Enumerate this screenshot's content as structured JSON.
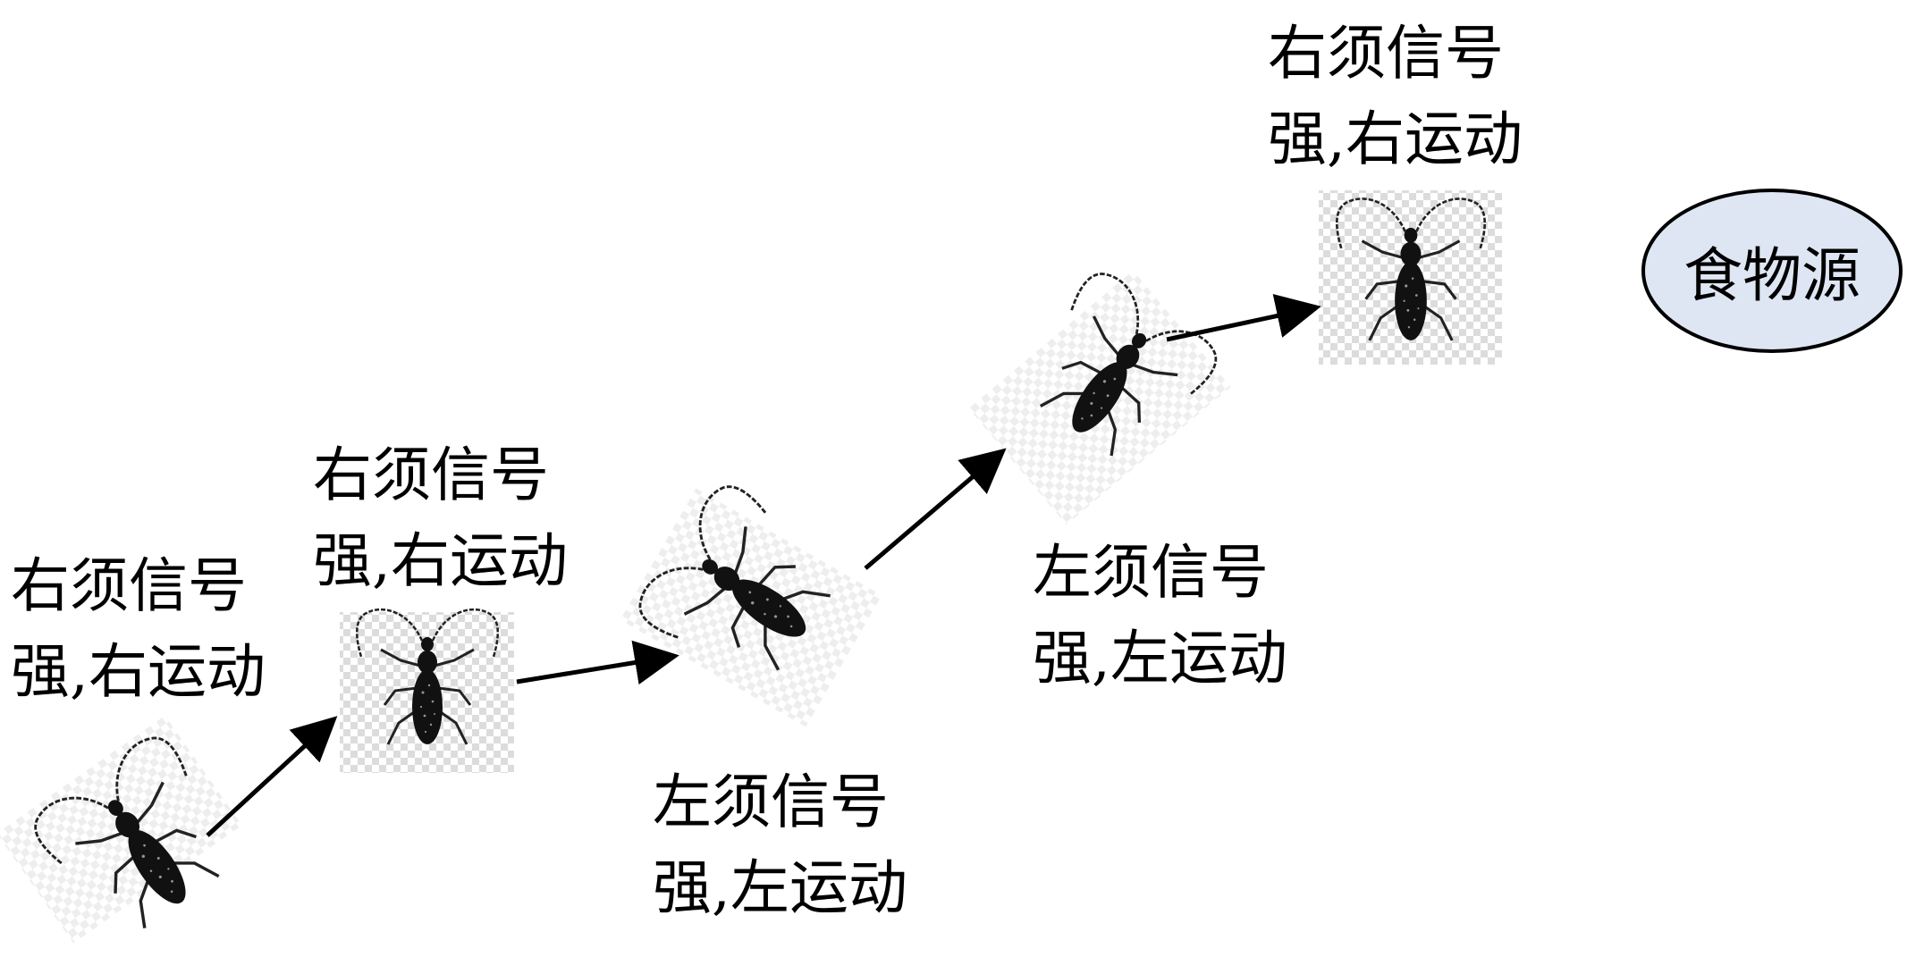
{
  "labels": {
    "beetle1": {
      "line1": "右须信号",
      "line2": "强,右运动"
    },
    "beetle2": {
      "line1": "右须信号",
      "line2": "强,右运动"
    },
    "beetle3": {
      "line1": "左须信号",
      "line2": "强,左运动"
    },
    "beetle4": {
      "line1": "左须信号",
      "line2": "强,左运动"
    },
    "beetle5": {
      "line1": "右须信号",
      "line2": "强,右运动"
    }
  },
  "food_source": {
    "label": "食物源",
    "fill": "#dfe6f3"
  },
  "colors": {
    "arrow": "#000000",
    "beetle": "#111111",
    "checker": "#d9d9d9"
  }
}
